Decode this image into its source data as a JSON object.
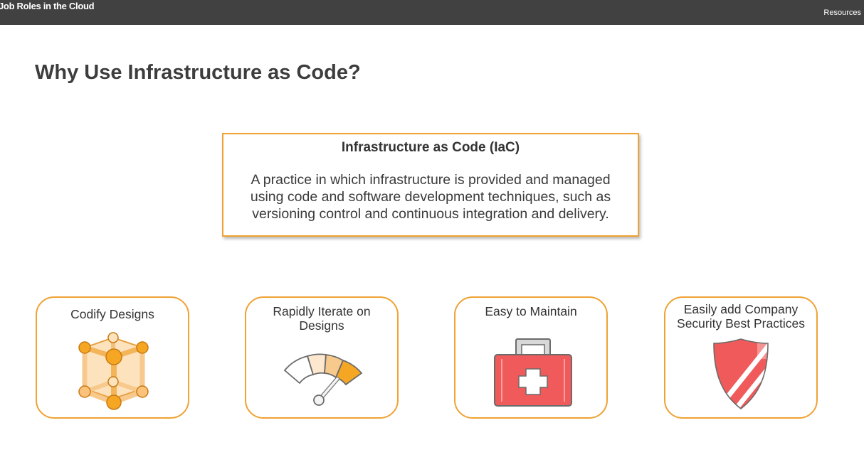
{
  "topbar": {
    "course_title": "Job Roles in the Cloud",
    "resources_label": "Resources"
  },
  "page": {
    "title": "Why Use Infrastructure as Code?"
  },
  "definition": {
    "title": "Infrastructure as Code (IaC)",
    "body": "A practice in which infrastructure is provided and managed using code and software development techniques, such as versioning control and continuous integration and delivery."
  },
  "cards": [
    {
      "label": "Codify Designs",
      "icon": "cube-network-icon"
    },
    {
      "label": "Rapidly Iterate on Designs",
      "icon": "gauge-icon"
    },
    {
      "label": "Easy to Maintain",
      "icon": "first-aid-kit-icon"
    },
    {
      "label": "Easily add Company Security Best Practices",
      "icon": "shield-icon"
    }
  ],
  "colors": {
    "accent_orange": "#f0a233",
    "topbar": "#414141",
    "kit_red": "#f05a5a"
  }
}
